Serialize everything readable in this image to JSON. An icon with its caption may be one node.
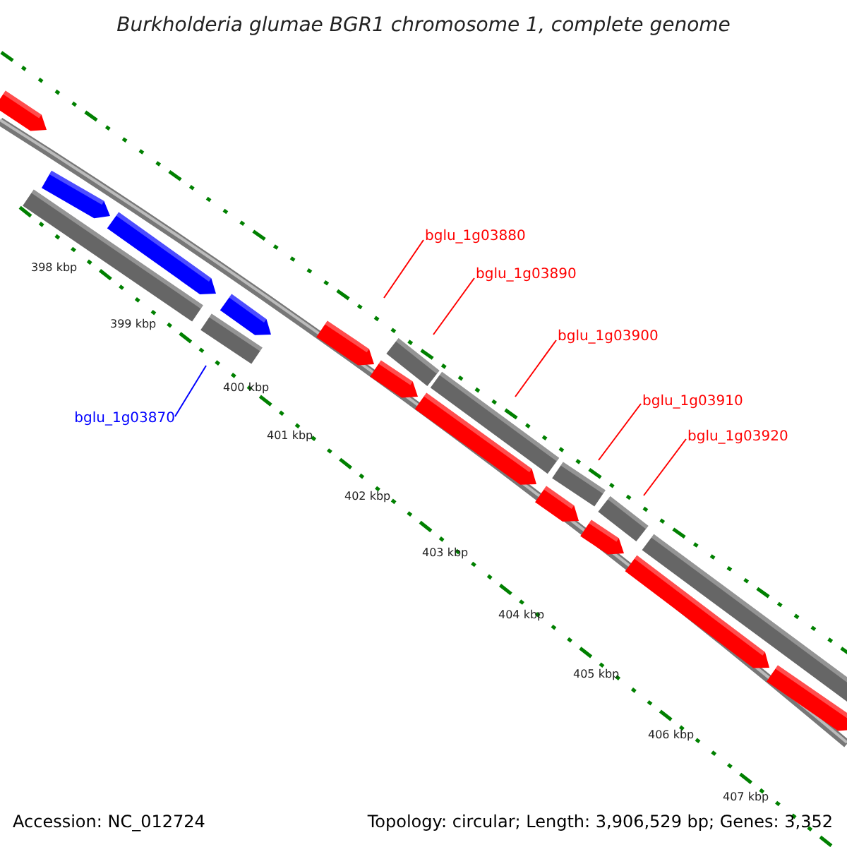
{
  "diagram": {
    "title": "Burkholderia glumae BGR1 chromosome 1, complete genome",
    "nodes": [
      {
        "text": [
          "bglu_1g03870"
        ]
      },
      {
        "text": [
          "bglu_1g03880"
        ]
      },
      {
        "text": [
          "bglu_1g03890"
        ]
      },
      {
        "text": [
          "bglu_1g03900"
        ]
      },
      {
        "text": [
          "bglu_1g03910"
        ]
      },
      {
        "text": [
          "bglu_1g03920"
        ]
      }
    ],
    "edges": [
      {
        "from": 0,
        "to": null,
        "arrow": "none",
        "color": "#0000ff"
      },
      {
        "from": 1,
        "to": null,
        "arrow": "none"
      },
      {
        "from": 2,
        "to": null,
        "arrow": "none"
      },
      {
        "from": 3,
        "to": null,
        "arrow": "none"
      },
      {
        "from": 4,
        "to": null,
        "arrow": "none"
      },
      {
        "from": 5,
        "to": null,
        "arrow": "none"
      }
    ],
    "labels": [
      "398 kbp",
      "399 kbp",
      "400 kbp",
      "401 kbp",
      "402 kbp",
      "403 kbp",
      "404 kbp",
      "405 kbp",
      "406 kbp",
      "407 kbp",
      "Accession: NC_012724",
      "Topology: circular; Length: 3,906,529 bp; Genes: 3,352"
    ]
  }
}
